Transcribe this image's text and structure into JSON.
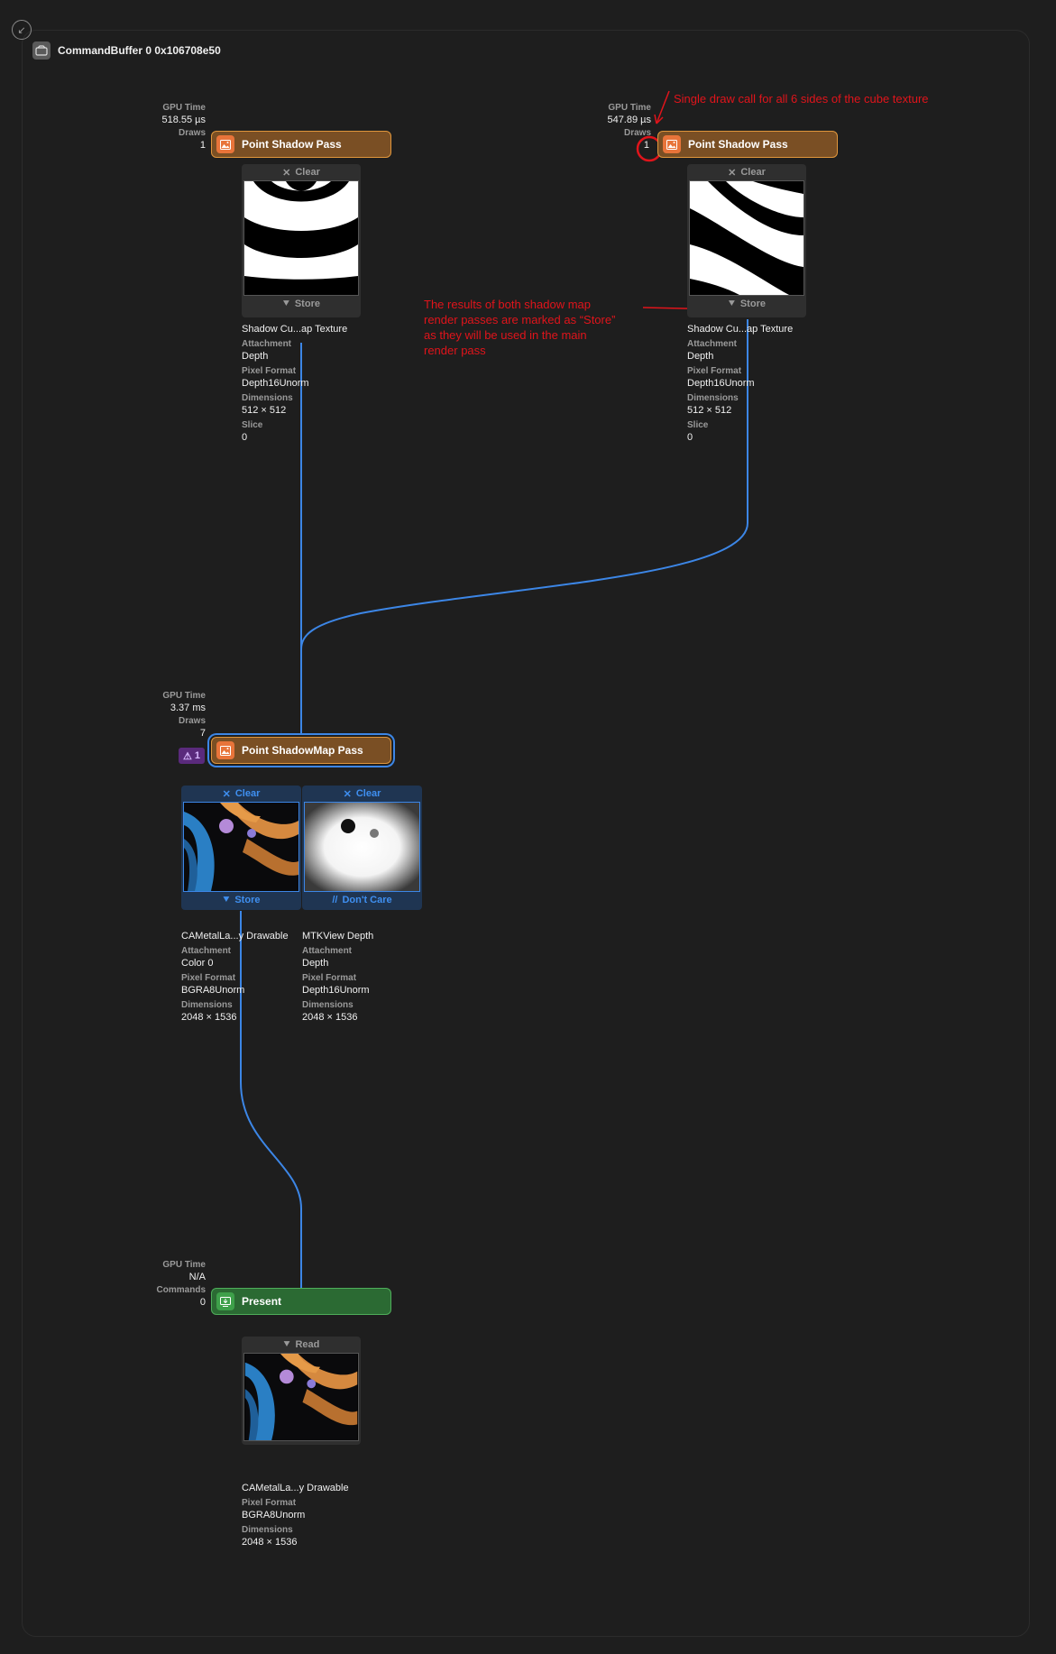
{
  "command_buffer": {
    "title": "CommandBuffer 0 0x106708e50",
    "icon": "command-buffer-icon"
  },
  "annotations": {
    "draw_call": "Single draw call for all 6 sides of the cube texture",
    "store_1": "The results of both shadow map",
    "store_2": "render passes are marked as “Store”",
    "store_3": "as they will be used in the main",
    "store_4": "render pass",
    "color": "#e0141b"
  },
  "passes": {
    "shadow1": {
      "gpu_time_label": "GPU Time",
      "gpu_time": "518.55 µs",
      "draws_label": "Draws",
      "draws": "1",
      "title": "Point Shadow Pass",
      "load_action": "Clear",
      "store_action": "Store",
      "texture": {
        "name": "Shadow Cu...ap Texture",
        "attachment_label": "Attachment",
        "attachment": "Depth",
        "pixel_format_label": "Pixel Format",
        "pixel_format": "Depth16Unorm",
        "dimensions_label": "Dimensions",
        "dimensions": "512 × 512",
        "slice_label": "Slice",
        "slice": "0"
      }
    },
    "shadow2": {
      "gpu_time_label": "GPU Time",
      "gpu_time": "547.89 µs",
      "draws_label": "Draws",
      "draws": "1",
      "title": "Point Shadow Pass",
      "load_action": "Clear",
      "store_action": "Store",
      "texture": {
        "name": "Shadow Cu...ap Texture",
        "attachment_label": "Attachment",
        "attachment": "Depth",
        "pixel_format_label": "Pixel Format",
        "pixel_format": "Depth16Unorm",
        "dimensions_label": "Dimensions",
        "dimensions": "512 × 512",
        "slice_label": "Slice",
        "slice": "0"
      }
    },
    "main": {
      "gpu_time_label": "GPU Time",
      "gpu_time": "3.37 ms",
      "draws_label": "Draws",
      "draws": "7",
      "warnings": "1",
      "title": "Point ShadowMap Pass",
      "color_att": {
        "load_action": "Clear",
        "store_action": "Store",
        "name": "CAMetalLa...y Drawable",
        "attachment_label": "Attachment",
        "attachment": "Color 0",
        "pixel_format_label": "Pixel Format",
        "pixel_format": "BGRA8Unorm",
        "dimensions_label": "Dimensions",
        "dimensions": "2048 × 1536"
      },
      "depth_att": {
        "load_action": "Clear",
        "store_action": "Don't Care",
        "name": "MTKView Depth",
        "attachment_label": "Attachment",
        "attachment": "Depth",
        "pixel_format_label": "Pixel Format",
        "pixel_format": "Depth16Unorm",
        "dimensions_label": "Dimensions",
        "dimensions": "2048 × 1536"
      }
    },
    "present": {
      "gpu_time_label": "GPU Time",
      "gpu_time": "N/A",
      "commands_label": "Commands",
      "commands": "0",
      "title": "Present",
      "read_action": "Read",
      "texture": {
        "name": "CAMetalLa...y Drawable",
        "pixel_format_label": "Pixel Format",
        "pixel_format": "BGRA8Unorm",
        "dimensions_label": "Dimensions",
        "dimensions": "2048 × 1536"
      }
    }
  },
  "colors": {
    "link": "#3c86e6",
    "render_pass": "#7a4f24",
    "present_pass": "#2b6a33"
  }
}
